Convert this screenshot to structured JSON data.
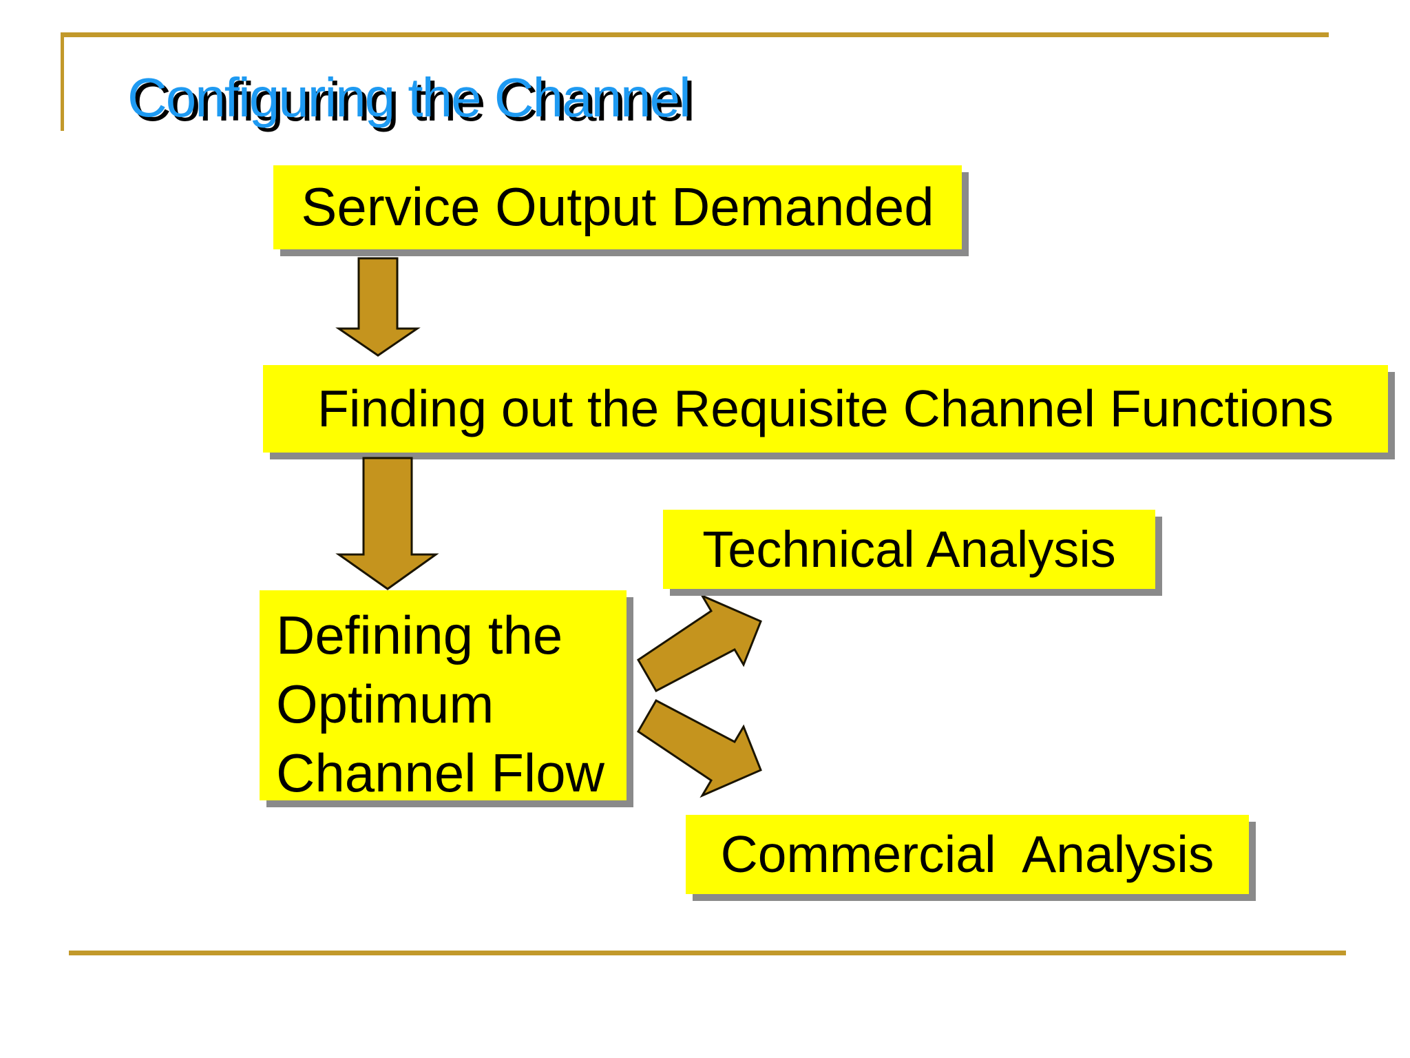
{
  "slide": {
    "title": "Configuring the Channel",
    "flow": {
      "step1": "Service Output Demanded",
      "step2": "Finding out the Requisite Channel Functions",
      "step3_lines": [
        "Defining the",
        "Optimum",
        "Channel Flow"
      ],
      "branch_top": "Technical Analysis",
      "branch_bottom": "Commercial  Analysis"
    },
    "colors": {
      "box_bg": "#FFFF00",
      "box_shadow": "#8A8A8A",
      "title_blue": "#1E9AF2",
      "line_gold": "#C2992B",
      "arrow_fill": "#C5941E",
      "arrow_outline": "#1A1400",
      "text": "#000000"
    }
  }
}
